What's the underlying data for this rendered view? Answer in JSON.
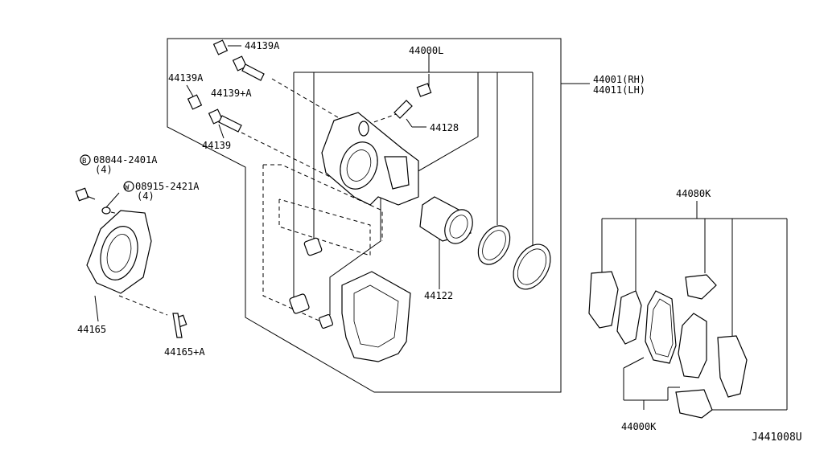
{
  "diagram": {
    "labels": {
      "p44139A_top": "44139A",
      "p44139A_left": "44139A",
      "p44139A_plus": "44139+A",
      "p44139": "44139",
      "p44000L": "44000L",
      "p44128": "44128",
      "p44001": "44001(RH)",
      "p44011": "44011(LH)",
      "p08044": "08044-2401A",
      "p08044_qty": "(4)",
      "p08915": "08915-2421A",
      "p08915_qty": "(4)",
      "p44122": "44122",
      "p44165": "44165",
      "p44165_plus": "44165+A",
      "p44080K": "44080K",
      "p44000K": "44000K",
      "figure_id": "J441008U"
    },
    "badges": {
      "bolt_marker": "B",
      "washer_marker": "W"
    }
  }
}
